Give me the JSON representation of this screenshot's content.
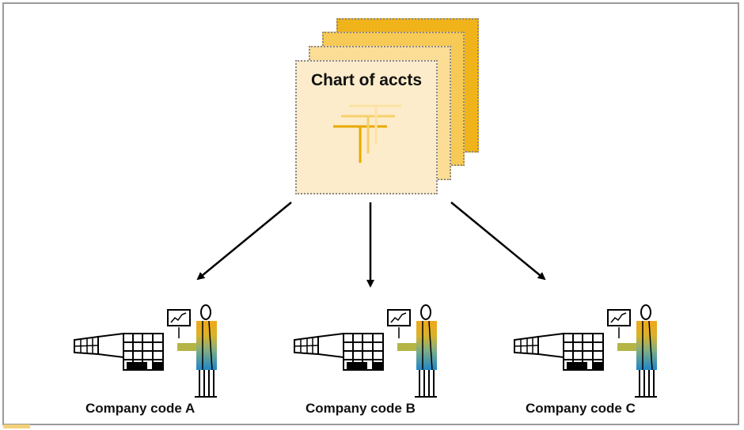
{
  "chart_card": {
    "title": "Chart of accts"
  },
  "companies": [
    {
      "label": "Company code A"
    },
    {
      "label": "Company code B"
    },
    {
      "label": "Company code C"
    }
  ],
  "colors": {
    "card_back": "#f0b31a",
    "card_mid": "#f7c955",
    "card_light": "#fbdd96",
    "card_front": "#fdeccb",
    "arrow": "#000000"
  }
}
